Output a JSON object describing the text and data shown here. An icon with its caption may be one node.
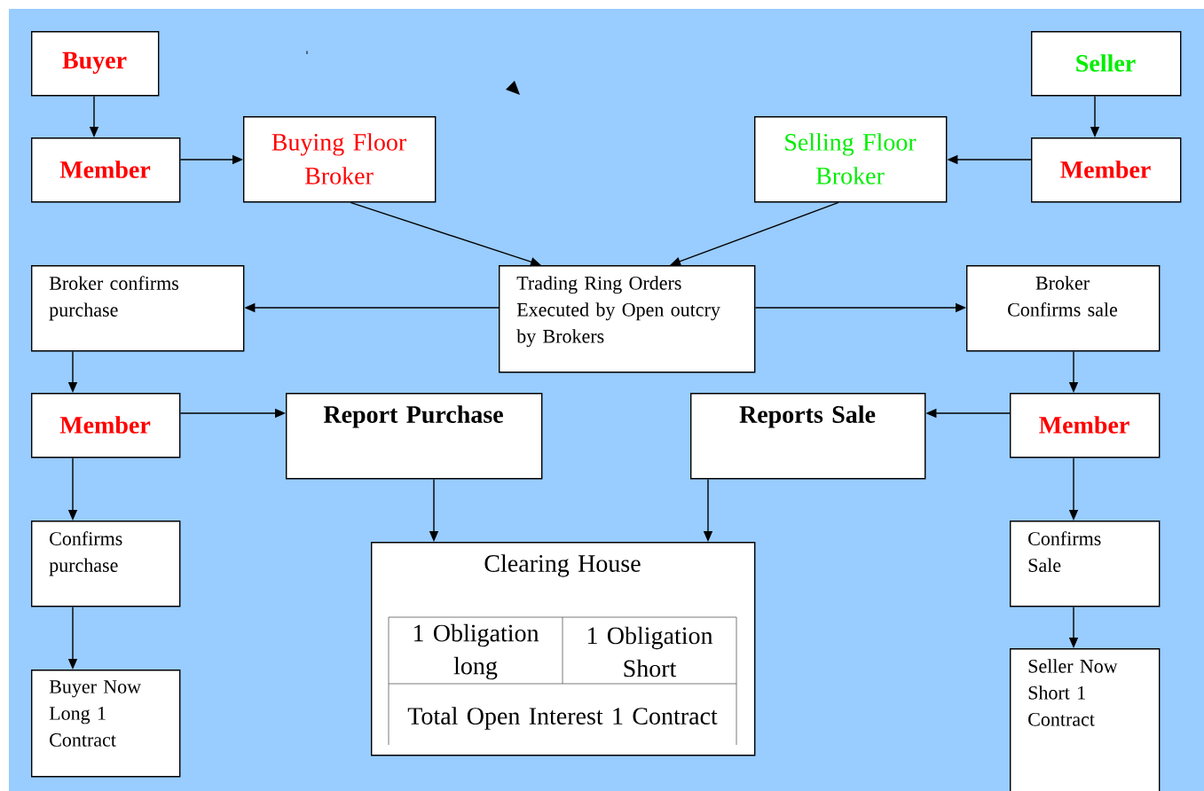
{
  "diagram": {
    "nodes": [
      {
        "text": [
          "Buyer"
        ]
      },
      {
        "text": [
          "Member"
        ]
      },
      {
        "text": [
          "Buying Floor Broker"
        ]
      },
      {
        "text": [
          "Selling Floor Broker"
        ]
      },
      {
        "text": [
          "Seller"
        ]
      },
      {
        "text": [
          "Member"
        ]
      },
      {
        "text": [
          "Broker confirms purchase"
        ]
      },
      {
        "text": [
          "Trading Ring Orders Executed by Open outcry by Brokers"
        ]
      },
      {
        "text": [
          "Broker Confirms sale"
        ]
      },
      {
        "text": [
          "Member"
        ]
      },
      {
        "text": [
          "Report Purchase"
        ]
      },
      {
        "text": [
          "Reports Sale"
        ]
      },
      {
        "text": [
          "Member"
        ]
      },
      {
        "text": [
          "Confirms purchase"
        ]
      },
      {
        "text": [
          "Clearing House"
        ]
      },
      {
        "text": [
          "Confirms Sale"
        ]
      },
      {
        "text": [
          "Buyer Now Long 1 Contract"
        ]
      },
      {
        "text": [
          "Seller Now Short 1 Contract"
        ]
      }
    ],
    "edges": [
      {
        "from": 0,
        "to": 1,
        "arrow": "to"
      },
      {
        "from": 1,
        "to": 2,
        "arrow": "to"
      },
      {
        "from": 4,
        "to": 5,
        "arrow": "to"
      },
      {
        "from": 5,
        "to": 3,
        "arrow": "to"
      },
      {
        "from": 2,
        "to": 7,
        "arrow": "to"
      },
      {
        "from": 3,
        "to": 7,
        "arrow": "to"
      },
      {
        "from": 7,
        "to": 6,
        "arrow": "to"
      },
      {
        "from": 7,
        "to": 8,
        "arrow": "to"
      },
      {
        "from": 6,
        "to": 9,
        "arrow": "to"
      },
      {
        "from": 8,
        "to": 12,
        "arrow": "to"
      },
      {
        "from": 9,
        "to": 10,
        "arrow": "to"
      },
      {
        "from": 12,
        "to": 11,
        "arrow": "to"
      },
      {
        "from": 9,
        "to": 13,
        "arrow": "to"
      },
      {
        "from": 10,
        "to": 14,
        "arrow": "to"
      },
      {
        "from": 11,
        "to": 14,
        "arrow": "to"
      },
      {
        "from": 12,
        "to": 15,
        "arrow": "to"
      },
      {
        "from": 13,
        "to": 16,
        "arrow": "to"
      },
      {
        "from": 15,
        "to": 17,
        "arrow": "to"
      }
    ],
    "labels": [
      "1 Obligation long",
      "1 Obligation Short",
      "Total Open Interest 1 Contract"
    ]
  }
}
